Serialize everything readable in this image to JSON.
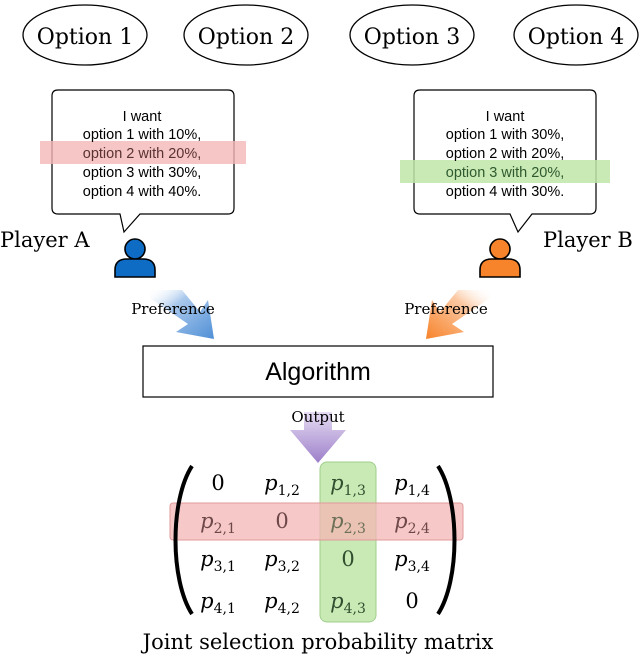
{
  "options": [
    "Option 1",
    "Option 2",
    "Option 3",
    "Option 4"
  ],
  "player_a": {
    "name": "Player A",
    "bubble_lines": [
      "I want",
      "option 1 with 10%,",
      "option 2 with 20%,",
      "option 3 with 30%,",
      "option 4 with 40%."
    ],
    "highlight_line": 2,
    "highlight_color": "#f4b6b6",
    "icon_color": "#0e6cc4"
  },
  "player_b": {
    "name": "Player B",
    "bubble_lines": [
      "I want",
      "option 1 with 30%,",
      "option 2 with 20%,",
      "option 3 with 20%,",
      "option 4 with 30%."
    ],
    "highlight_line": 3,
    "highlight_color": "#bfe5a8",
    "icon_color": "#f7832a"
  },
  "preference_label": "Preference",
  "algorithm_label": "Algorithm",
  "output_label": "Output",
  "matrix": {
    "caption": "Joint selection probability matrix",
    "cells": [
      [
        "0",
        "p1,2",
        "p1,3",
        "p1,4"
      ],
      [
        "p2,1",
        "0",
        "p2,3",
        "p2,4"
      ],
      [
        "p3,1",
        "p3,2",
        "0",
        "p3,4"
      ],
      [
        "p4,1",
        "p4,2",
        "p4,3",
        "0"
      ]
    ],
    "row_highlight": 2,
    "col_highlight": 3,
    "row_color": "#f4b6b6",
    "col_color": "#bfe5a8"
  },
  "colors": {
    "arrow_blue": "#6f9fd8",
    "arrow_orange": "#f9a870",
    "arrow_purple": "#b39ad6"
  }
}
